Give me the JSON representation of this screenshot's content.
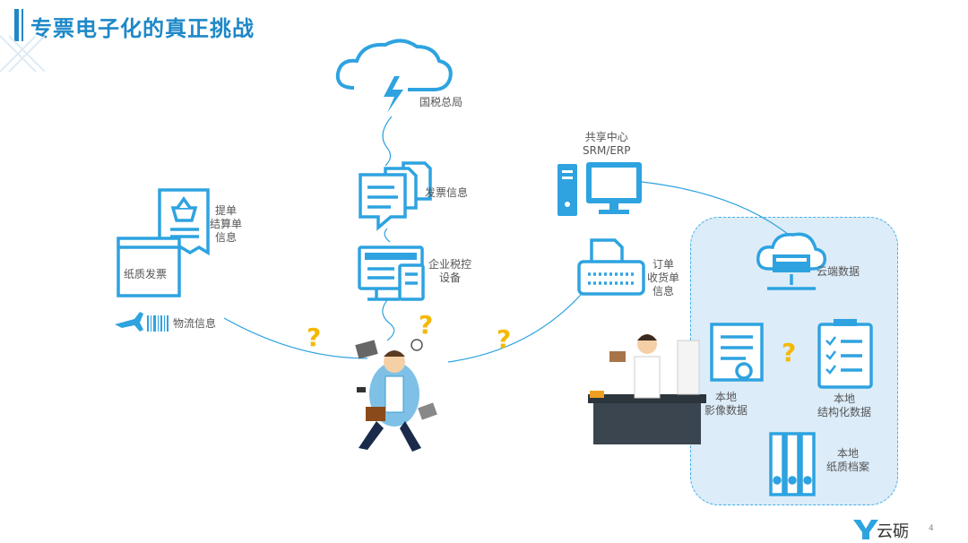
{
  "title": "专票电子化的真正挑战",
  "labels": {
    "tax_bureau": "国税总局",
    "invoice_info": "发票信息",
    "tax_device": [
      "企业税控",
      "设备"
    ],
    "shared_center": [
      "共享中心",
      "SRM/ERP"
    ],
    "order_info": [
      "订单",
      "收货单",
      "信息"
    ],
    "bill_info": [
      "提单",
      "结算单",
      "信息"
    ],
    "paper_invoice": "纸质发票",
    "logistics_info": "物流信息",
    "cloud_data": "云端数据",
    "local_image": [
      "本地",
      "影像数据"
    ],
    "local_structured": [
      "本地",
      "结构化数据"
    ],
    "local_paper": [
      "本地",
      "纸质档案"
    ]
  },
  "question_mark": "?",
  "brand": "云砺",
  "page_number": "4",
  "colors": {
    "primary": "#1e88c8",
    "icon_blue": "#2ea3e0",
    "question": "#f5b800",
    "panel": "#dcecf8"
  }
}
